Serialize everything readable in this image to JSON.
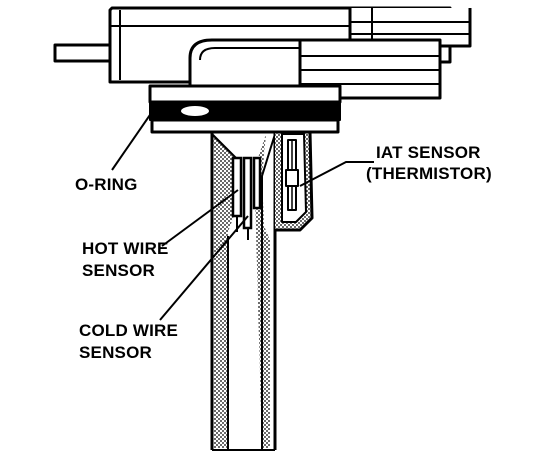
{
  "labels": {
    "o_ring": "O-RING",
    "iat_line1": "IAT SENSOR",
    "iat_line2": "(THERMISTOR)",
    "hot_line1": "HOT WIRE",
    "hot_line2": "SENSOR",
    "cold_line1": "COLD WIRE",
    "cold_line2": "SENSOR"
  },
  "colors": {
    "ink": "#000000",
    "paper": "#ffffff",
    "shade": "#9a9a9a"
  }
}
